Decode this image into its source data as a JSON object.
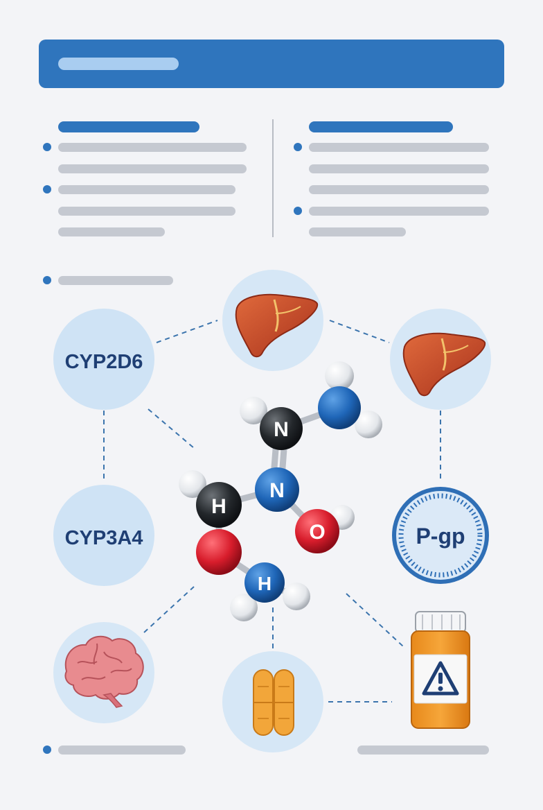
{
  "nodes": {
    "cyp2d6": "CYP2D6",
    "cyp3a4": "CYP3A4",
    "pgp": "P-gp"
  },
  "molecule": {
    "atoms": [
      "N",
      "N",
      "H",
      "O",
      "H"
    ]
  },
  "icons": [
    "liver-icon",
    "liver-icon",
    "brain-icon",
    "capsule-icon",
    "pill-bottle-warning-icon",
    "gauge-icon"
  ],
  "colors": {
    "accent": "#2f75bd",
    "node_fill": "#cfe3f5",
    "node_text": "#1f3f74",
    "placeholder_bar": "#c5c9d1"
  }
}
